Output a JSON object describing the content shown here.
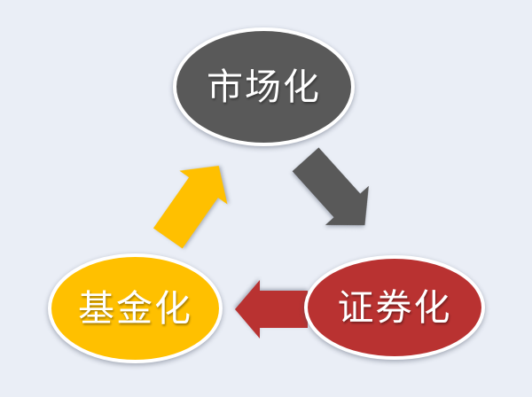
{
  "diagram": {
    "type": "cycle-diagram",
    "background_color": "#EAEEF6",
    "nodes": [
      {
        "id": "marketization",
        "label": "市场化",
        "color": "#595959",
        "border_color": "#FFFFFF"
      },
      {
        "id": "fundization",
        "label": "基金化",
        "color": "#FFC000",
        "border_color": "#FFFFFF"
      },
      {
        "id": "securitization",
        "label": "证券化",
        "color": "#B93231",
        "border_color": "#FFFFFF"
      }
    ],
    "arrows": [
      {
        "id": "market-to-securities",
        "from": "marketization",
        "to": "securitization",
        "direction": "down-right",
        "color": "#595959"
      },
      {
        "id": "securities-to-fund",
        "from": "securitization",
        "to": "fundization",
        "direction": "left",
        "color": "#B93231"
      },
      {
        "id": "fund-to-market",
        "from": "fundization",
        "to": "marketization",
        "direction": "up-right",
        "color": "#FFC000"
      }
    ]
  }
}
